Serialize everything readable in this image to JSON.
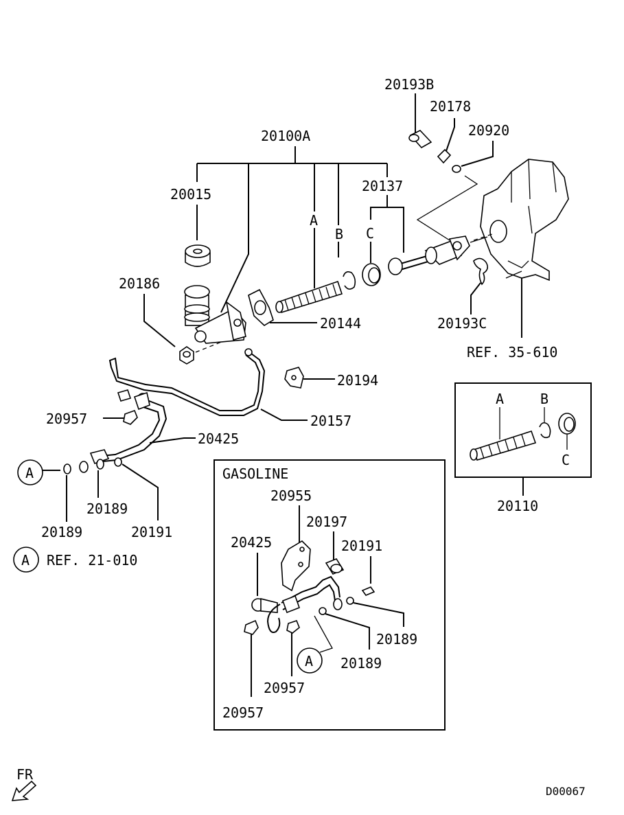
{
  "labels": {
    "p20193b": "20193B",
    "p20178": "20178",
    "p20920": "20920",
    "p20100a": "20100A",
    "p20137": "20137",
    "p20015": "20015",
    "letterA": "A",
    "letterB": "B",
    "letterC": "C",
    "p20186": "20186",
    "p20144": "20144",
    "p20193c": "20193C",
    "ref35": "REF. 35-610",
    "p20194": "20194",
    "p20957a": "20957",
    "p20157": "20157",
    "p20425a": "20425",
    "circA": "A",
    "p20189a": "20189",
    "p20189b": "20189",
    "p20191a": "20191",
    "ref21": "REF. 21-010",
    "inset": {
      "letterA": "A",
      "letterB": "B",
      "letterC": "C",
      "p20110": "20110"
    },
    "gas": {
      "title": "GASOLINE",
      "p20955": "20955",
      "p20197": "20197",
      "p20425": "20425",
      "p20191": "20191",
      "p20189a": "20189",
      "p20189b": "20189",
      "circA": "A",
      "p20957a": "20957",
      "p20957b": "20957"
    },
    "fr": "FR",
    "code": "D00067"
  }
}
